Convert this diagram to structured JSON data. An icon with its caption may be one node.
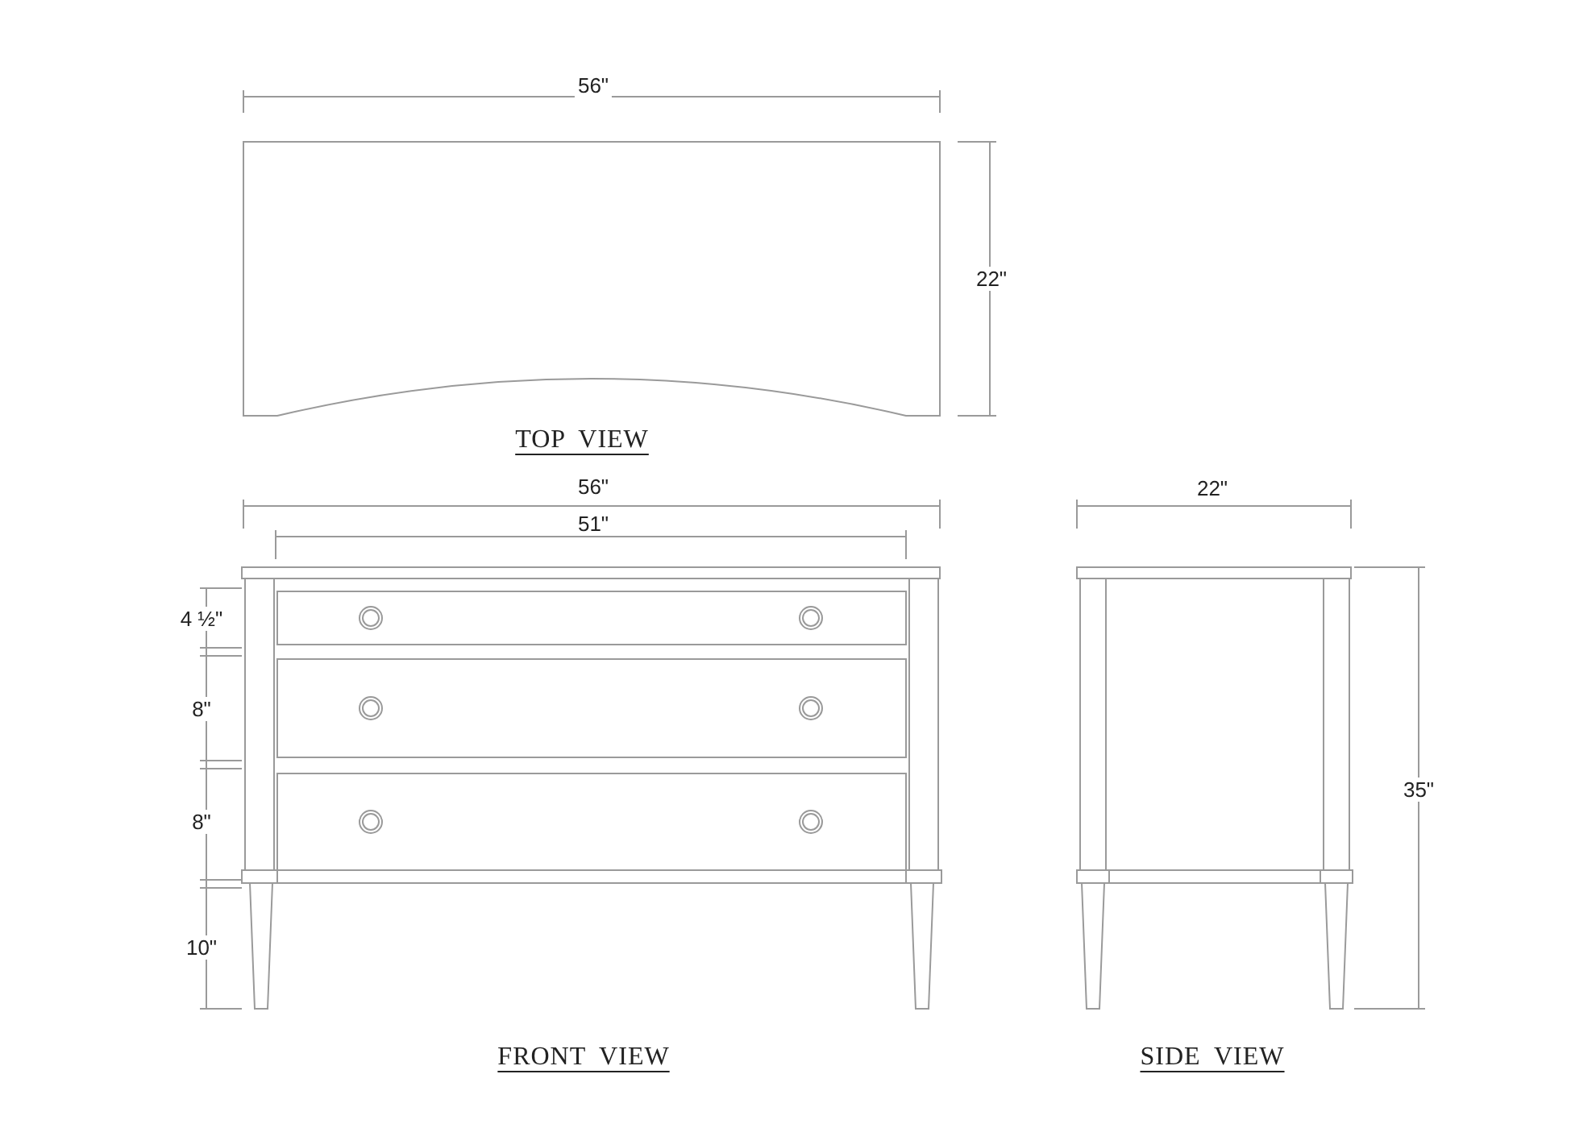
{
  "diagram": {
    "labels": [
      "56\"",
      "22\"",
      "TOP VIEW",
      "56\"",
      "22\"",
      "51\"",
      "4 ½\"",
      "8\"",
      "35\"",
      "8\"",
      "10\"",
      "FRONT VIEW",
      "SIDE VIEW"
    ]
  }
}
